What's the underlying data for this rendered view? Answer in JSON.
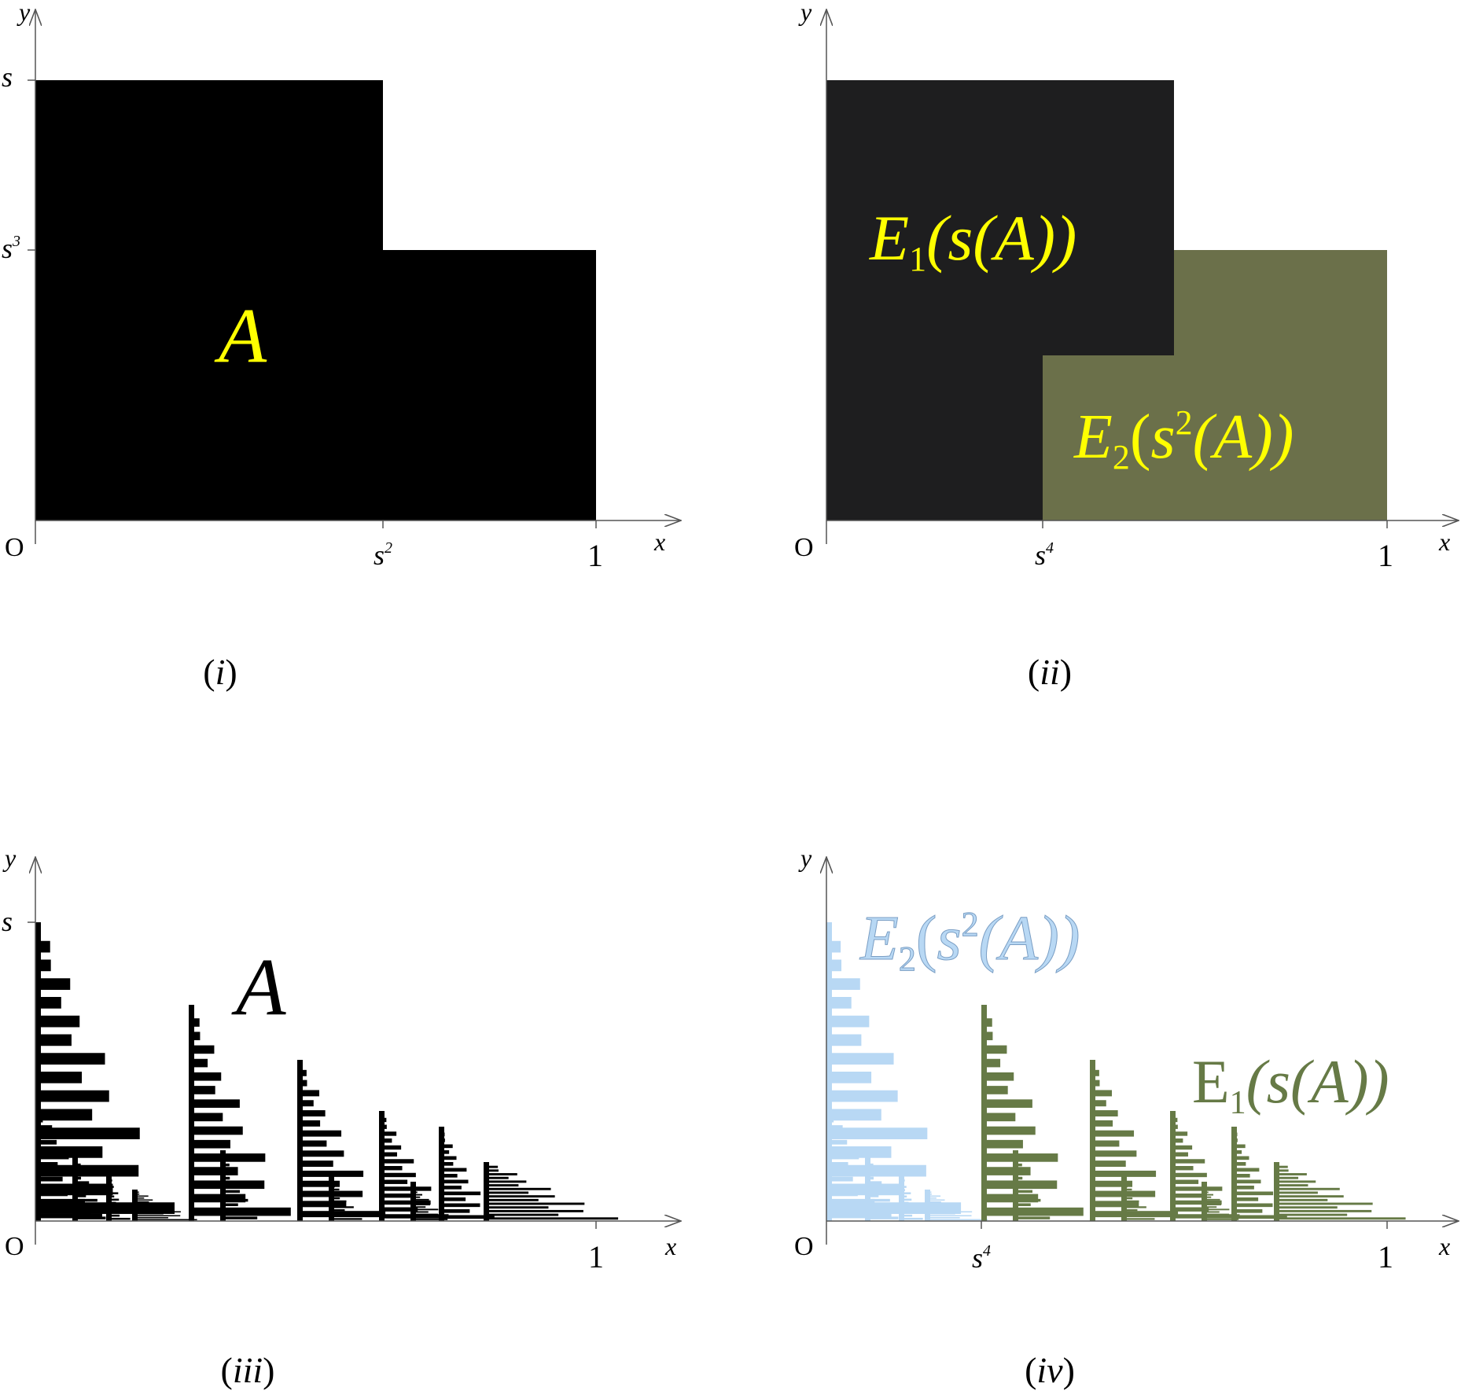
{
  "panels": {
    "i": {
      "caption": "(i)",
      "axis_x": "x",
      "axis_y": "y",
      "origin": "O",
      "x_ticks": {
        "a": "s",
        "a_sup": "2",
        "b": "1"
      },
      "y_ticks": {
        "a": "s",
        "b": "s",
        "b_sup": "3"
      },
      "region_label": "A",
      "colors": {
        "fill": "#000000",
        "label": "#ffff00"
      }
    },
    "ii": {
      "caption": "(ii)",
      "axis_x": "x",
      "axis_y": "y",
      "origin": "O",
      "x_ticks": {
        "a": "s",
        "a_sup": "4",
        "b": "1"
      },
      "label1": {
        "E": "E",
        "sub": "1",
        "rest": "(s(A))"
      },
      "label2": {
        "E": "E",
        "sub": "2",
        "open": "(",
        "s": "s",
        "sup": "2",
        "rest": "(A))"
      },
      "colors": {
        "region1": "#1e1e1f",
        "region2": "#6b704a",
        "label": "#ffff00"
      }
    },
    "iii": {
      "caption": "(iii)",
      "axis_x": "x",
      "axis_y": "y",
      "origin": "O",
      "x_ticks": {
        "b": "1"
      },
      "y_ticks": {
        "a": "s"
      },
      "region_label": "A",
      "colors": {
        "fill": "#000000",
        "label": "#000000"
      }
    },
    "iv": {
      "caption": "(iv)",
      "axis_x": "x",
      "axis_y": "y",
      "origin": "O",
      "x_ticks": {
        "a": "s",
        "a_sup": "4",
        "b": "1"
      },
      "label_blue": {
        "E": "E",
        "sub": "2",
        "open": "(",
        "s": "s",
        "sup": "2",
        "rest": "(A))"
      },
      "label_green": {
        "E": "E",
        "sub": "1",
        "rest": "(s(A))"
      },
      "colors": {
        "blue": "#b8d8f4",
        "green": "#667a46"
      }
    }
  }
}
